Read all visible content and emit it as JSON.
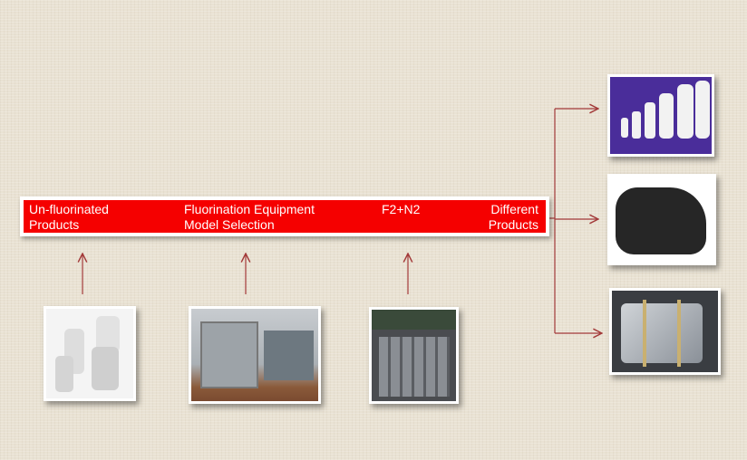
{
  "flow": {
    "step1": {
      "line1": "Un-fluorinated",
      "line2": "Products"
    },
    "step2": {
      "line1": "Fluorination Equipment",
      "line2": "Model Selection"
    },
    "step3": {
      "line1": "F2+N2"
    },
    "step4": {
      "line1": "Different",
      "line2": "Products"
    }
  },
  "colors": {
    "bar": "#f50000",
    "arrow": "#a33a3a"
  }
}
